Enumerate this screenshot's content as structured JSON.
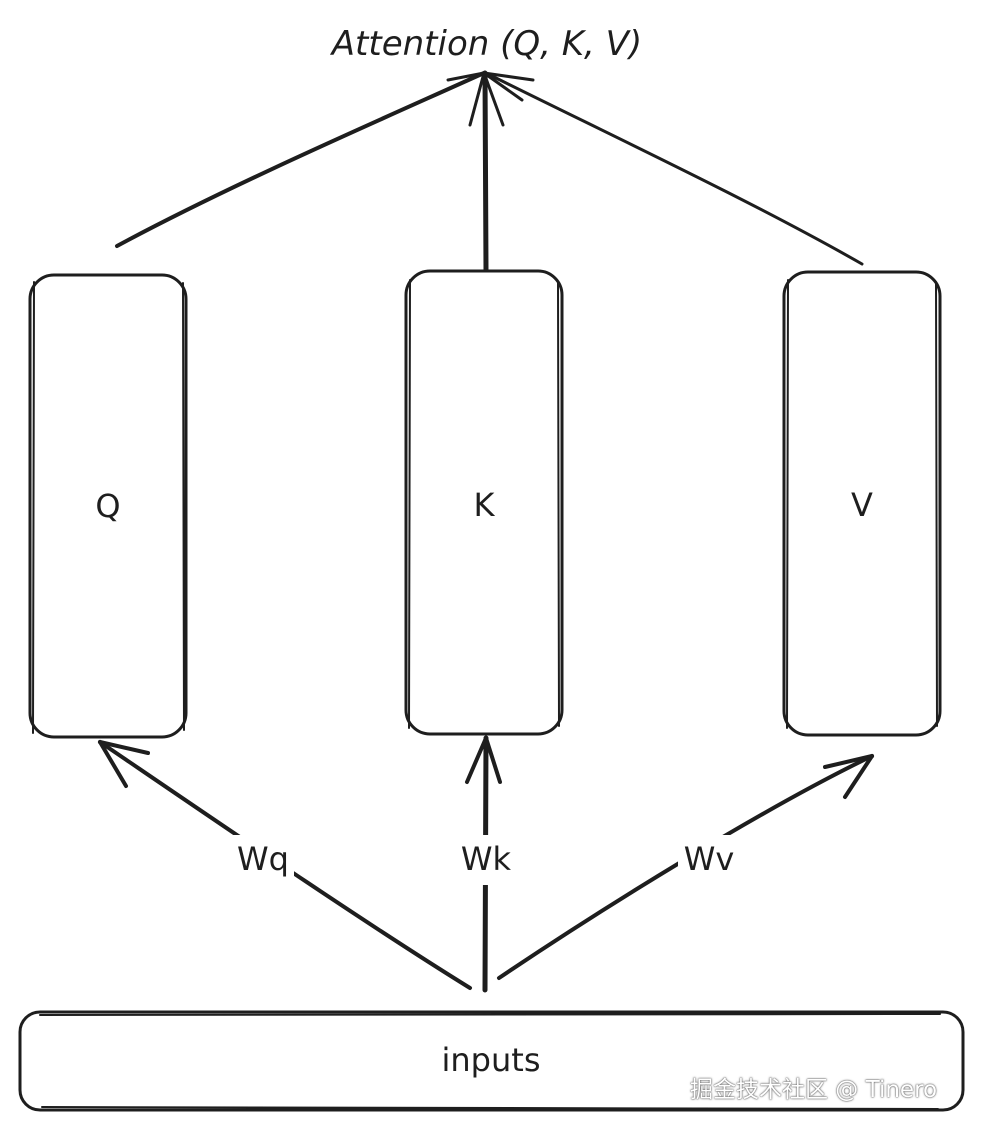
{
  "diagram": {
    "title": "Attention (Q, K, V)",
    "nodes": {
      "q": "Q",
      "k": "K",
      "v": "V",
      "inputs": "inputs"
    },
    "edges": {
      "wq": "Wq",
      "wk": "Wk",
      "wv": "Wv"
    }
  },
  "watermark": "掘金技术社区 @ Tinero"
}
